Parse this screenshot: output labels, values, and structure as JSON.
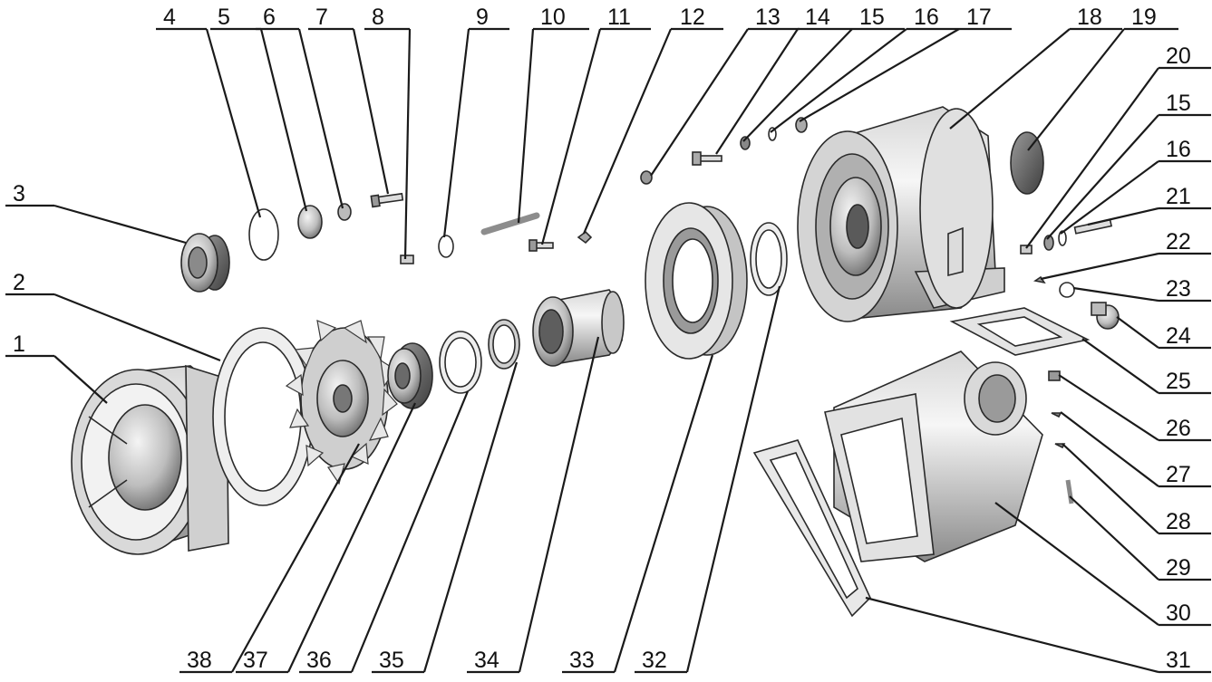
{
  "callouts": [
    {
      "id": "1",
      "label": "1"
    },
    {
      "id": "2",
      "label": "2"
    },
    {
      "id": "3",
      "label": "3"
    },
    {
      "id": "4",
      "label": "4"
    },
    {
      "id": "5",
      "label": "5"
    },
    {
      "id": "6",
      "label": "6"
    },
    {
      "id": "7",
      "label": "7"
    },
    {
      "id": "8",
      "label": "8"
    },
    {
      "id": "9",
      "label": "9"
    },
    {
      "id": "10",
      "label": "10"
    },
    {
      "id": "11",
      "label": "11"
    },
    {
      "id": "12",
      "label": "12"
    },
    {
      "id": "13",
      "label": "13"
    },
    {
      "id": "14",
      "label": "14"
    },
    {
      "id": "15a",
      "label": "15"
    },
    {
      "id": "16a",
      "label": "16"
    },
    {
      "id": "17",
      "label": "17"
    },
    {
      "id": "18",
      "label": "18"
    },
    {
      "id": "19",
      "label": "19"
    },
    {
      "id": "20",
      "label": "20"
    },
    {
      "id": "15b",
      "label": "15"
    },
    {
      "id": "16b",
      "label": "16"
    },
    {
      "id": "21",
      "label": "21"
    },
    {
      "id": "22",
      "label": "22"
    },
    {
      "id": "23",
      "label": "23"
    },
    {
      "id": "24",
      "label": "24"
    },
    {
      "id": "25",
      "label": "25"
    },
    {
      "id": "26",
      "label": "26"
    },
    {
      "id": "27",
      "label": "27"
    },
    {
      "id": "28",
      "label": "28"
    },
    {
      "id": "29",
      "label": "29"
    },
    {
      "id": "30",
      "label": "30"
    },
    {
      "id": "31",
      "label": "31"
    },
    {
      "id": "32",
      "label": "32"
    },
    {
      "id": "33",
      "label": "33"
    },
    {
      "id": "34",
      "label": "34"
    },
    {
      "id": "35",
      "label": "35"
    },
    {
      "id": "36",
      "label": "36"
    },
    {
      "id": "37",
      "label": "37"
    },
    {
      "id": "38",
      "label": "38"
    }
  ]
}
